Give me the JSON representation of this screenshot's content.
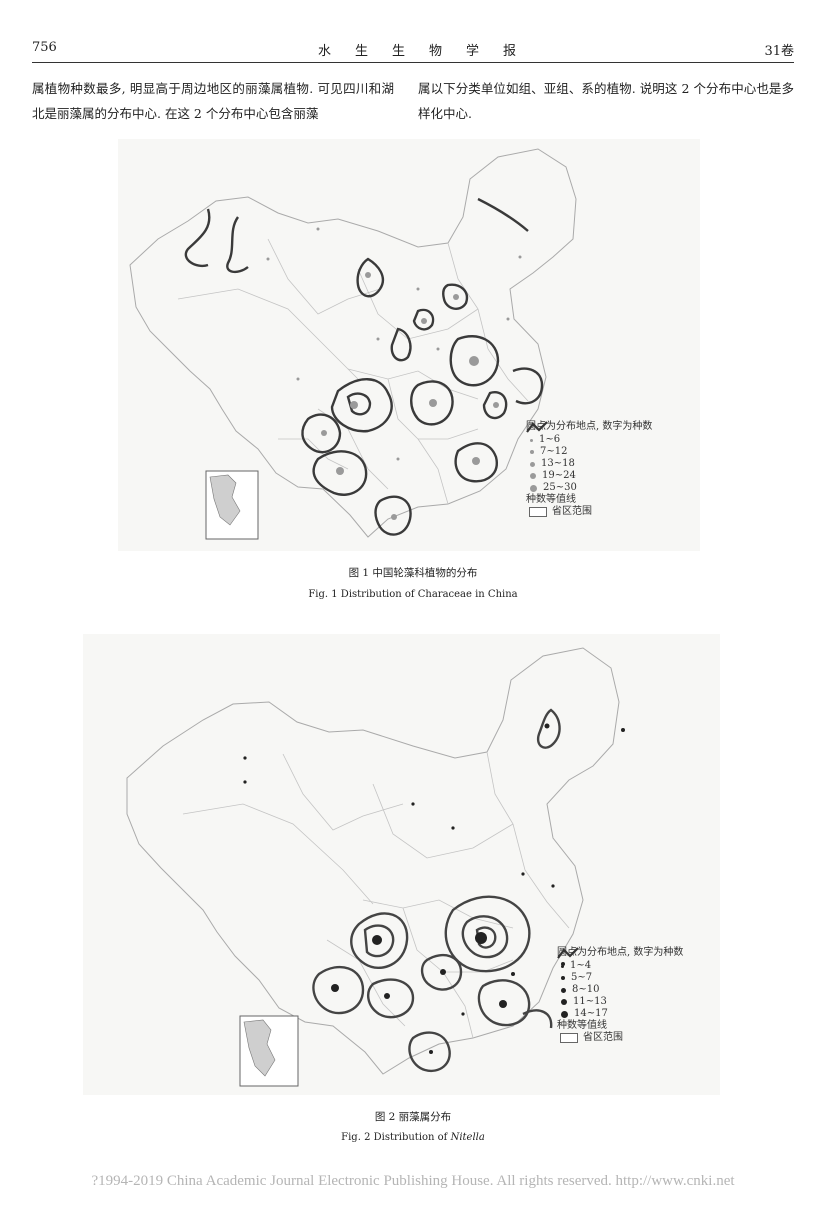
{
  "header": {
    "page_number": "756",
    "journal_title": "水生生物学报",
    "volume": "31卷"
  },
  "body": {
    "left_column": "属植物种数最多, 明显高于周边地区的丽藻属植物. 可见四川和湖北是丽藻属的分布中心. 在这 2 个分布中心包含丽藻",
    "right_column": "属以下分类单位如组、亚组、系的植物. 说明这 2 个分布中心也是多样化中心."
  },
  "figure1": {
    "caption_cn": "图 1   中国轮藻科植物的分布",
    "caption_en": "Fig. 1   Distribution of Characeae in China",
    "legend": {
      "title": "圆点为分布地点, 数字为种数",
      "classes": [
        "1~6",
        "7~12",
        "13~18",
        "19~24",
        "25~30"
      ],
      "isoline_label": "种数等值线",
      "province_label": "省区范围"
    },
    "colors": {
      "dots": "#9a9a9a",
      "isoline": "#3a3a3a",
      "border": "#b0b0b0"
    }
  },
  "figure2": {
    "caption_cn": "图 2   丽藻属分布",
    "caption_en_prefix": "Fig. 2   Distribution of ",
    "caption_en_genus": "Nitella",
    "legend": {
      "title": "圆点为分布地点, 数字为种数",
      "classes": [
        "1~4",
        "5~7",
        "8~10",
        "11~13",
        "14~17"
      ],
      "isoline_label": "种数等值线",
      "province_label": "省区范围"
    },
    "colors": {
      "dots": "#222222",
      "isoline": "#444444",
      "border": "#b0b0b0"
    }
  },
  "footer": "?1994-2019 China Academic Journal Electronic Publishing House. All rights reserved.    http://www.cnki.net"
}
